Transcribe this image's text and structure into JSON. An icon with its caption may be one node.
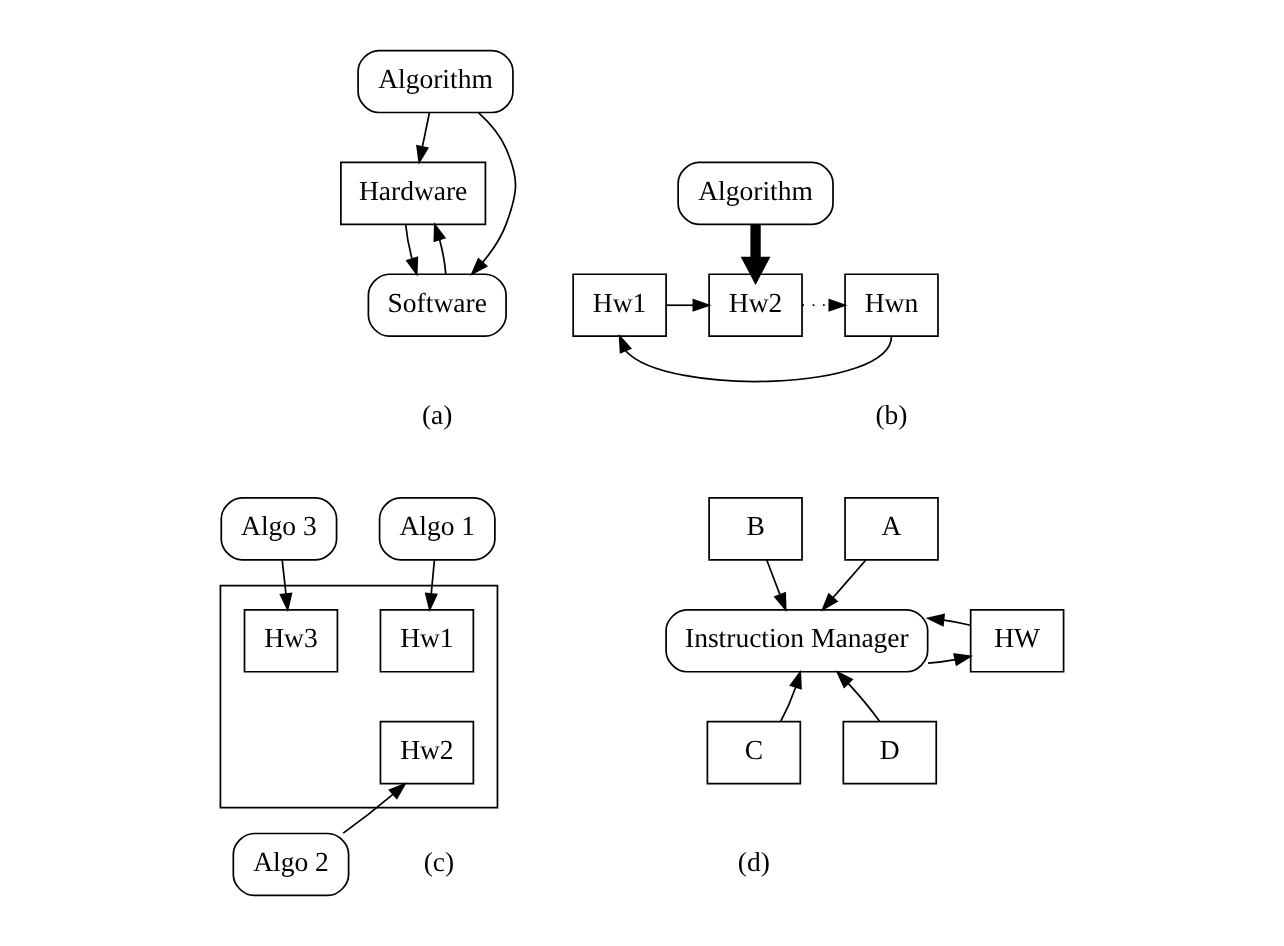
{
  "diagram": {
    "nodes": [
      {
        "text": [
          "Algorithm"
        ]
      },
      {
        "text": [
          "Hardware"
        ]
      },
      {
        "text": [
          "Software"
        ]
      },
      {
        "text": [
          "Algorithm"
        ]
      },
      {
        "text": [
          "Hw1"
        ]
      },
      {
        "text": [
          "Hw2"
        ]
      },
      {
        "text": [
          "Hwn"
        ]
      },
      {
        "text": [
          "Algo 1"
        ]
      },
      {
        "text": [
          "Algo 3"
        ]
      },
      {
        "text": [],
        "shape": "box"
      },
      {
        "text": [
          "Hw1"
        ],
        "in": 9
      },
      {
        "text": [
          "Hw3"
        ],
        "in": 9
      },
      {
        "text": [
          "Hw2"
        ],
        "in": 9
      },
      {
        "text": [
          "Algo 2"
        ]
      },
      {
        "text": [
          "A"
        ]
      },
      {
        "text": [
          "B"
        ]
      },
      {
        "text": [
          "Instruction Manager"
        ]
      },
      {
        "text": [
          "HW"
        ]
      },
      {
        "text": [
          "C"
        ]
      },
      {
        "text": [
          "D"
        ]
      }
    ],
    "edges": [
      {
        "from": 0,
        "to": 1,
        "arrow": "to"
      },
      {
        "from": 0,
        "to": 2,
        "arrow": "to"
      },
      {
        "from": 1,
        "to": 2,
        "arrow": "to"
      },
      {
        "from": 2,
        "to": 1,
        "arrow": "to"
      },
      {
        "from": 3,
        "to": 5,
        "arrow": "to",
        "style": "thick"
      },
      {
        "from": 4,
        "to": 5,
        "arrow": "to"
      },
      {
        "from": 5,
        "to": 6,
        "arrow": "to",
        "style": "dashed"
      },
      {
        "from": 6,
        "to": 4,
        "arrow": "to"
      },
      {
        "from": 7,
        "to": 10,
        "arrow": "to"
      },
      {
        "from": 8,
        "to": 11,
        "arrow": "to"
      },
      {
        "from": 13,
        "to": 12,
        "arrow": "to"
      },
      {
        "from": 14,
        "to": 16,
        "arrow": "to"
      },
      {
        "from": 15,
        "to": 16,
        "arrow": "to"
      },
      {
        "from": 18,
        "to": 16,
        "arrow": "to"
      },
      {
        "from": 19,
        "to": 16,
        "arrow": "to"
      },
      {
        "from": 16,
        "to": 17,
        "arrow": "to"
      },
      {
        "from": 17,
        "to": 16,
        "arrow": "to"
      }
    ],
    "labels": [
      "(a)",
      "(b)",
      "(c)",
      "(d)"
    ]
  }
}
